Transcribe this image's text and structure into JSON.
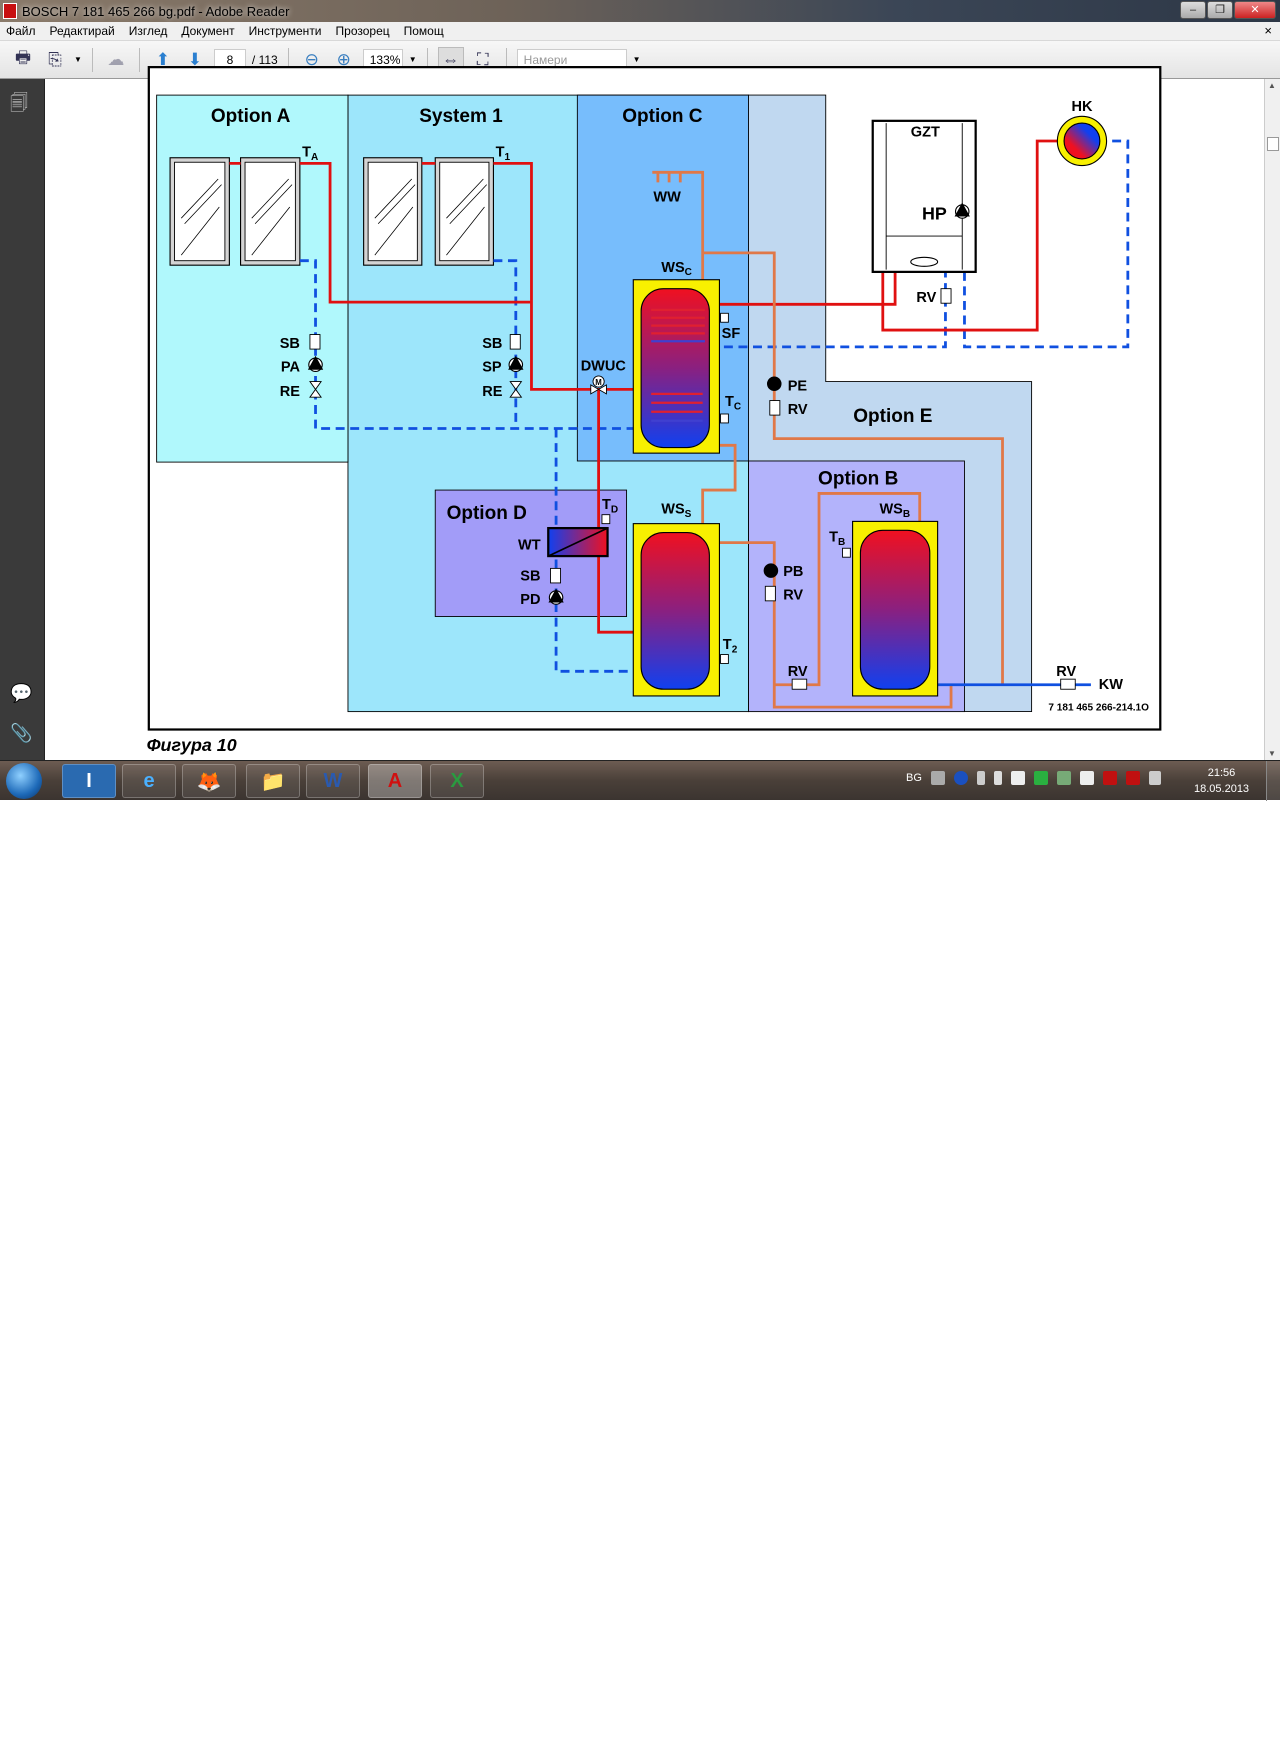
{
  "window": {
    "title": "BOSCH 7 181 465 266 bg.pdf - Adobe Reader",
    "min": "‒",
    "max": "❐",
    "close": "✕"
  },
  "menu": [
    "Файл",
    "Редактирай",
    "Изглед",
    "Документ",
    "Инструменти",
    "Прозорец",
    "Помощ"
  ],
  "menu_close": "×",
  "toolbar": {
    "page": "8",
    "page_total": "/ 113",
    "zoom": "133%",
    "search_placeholder": "Намери"
  },
  "diagram": {
    "regions": {
      "option_a": "Option A",
      "system_1": "System 1",
      "option_c": "Option C",
      "option_d": "Option D",
      "option_e": "Option E",
      "option_b": "Option B"
    },
    "labels": {
      "ta": [
        "T",
        "A"
      ],
      "t1": [
        "T",
        "1"
      ],
      "sb_a": "SB",
      "pa": "PA",
      "re_a": "RE",
      "sb_1": "SB",
      "sp": "SP",
      "re_1": "RE",
      "ww": "WW",
      "wsc": [
        "WS",
        "C"
      ],
      "sf": "SF",
      "dwuc": "DWUC",
      "tc": [
        "T",
        "C"
      ],
      "gzt": "GZT",
      "hp": "HP",
      "hk": "HK",
      "rv_gzt": "RV",
      "pe": "PE",
      "rv_e": "RV",
      "td": [
        "T",
        "D"
      ],
      "wt": "WT",
      "sb_d": "SB",
      "pd": "PD",
      "wss": [
        "WS",
        "S"
      ],
      "t2": [
        "T",
        "2"
      ],
      "pb": "PB",
      "rv_b": "RV",
      "tb": [
        "T",
        "B"
      ],
      "wsb": [
        "WS",
        "B"
      ],
      "rv_bottom": "RV",
      "rv_kw": "RV",
      "kw": "KW",
      "motor": "M"
    },
    "doc_code": "7 181 465 266-214.1O",
    "caption": "Фигура 10"
  },
  "taskbar": {
    "lang": "BG",
    "time": "21:56",
    "date": "18.05.2013",
    "apps": [
      "I",
      "e",
      "🦊",
      "📁",
      "W",
      "A",
      "X"
    ]
  },
  "colors": {
    "hot": "#e01010",
    "cold": "#1050e0",
    "dhw": "#e07848",
    "option_a": "#b0f8fc",
    "system_1": "#9de6fb",
    "option_c": "#77bdfc",
    "option_e": "#c0d8f0",
    "option_b": "#b3b3fb",
    "option_d": "#a29cf8"
  }
}
